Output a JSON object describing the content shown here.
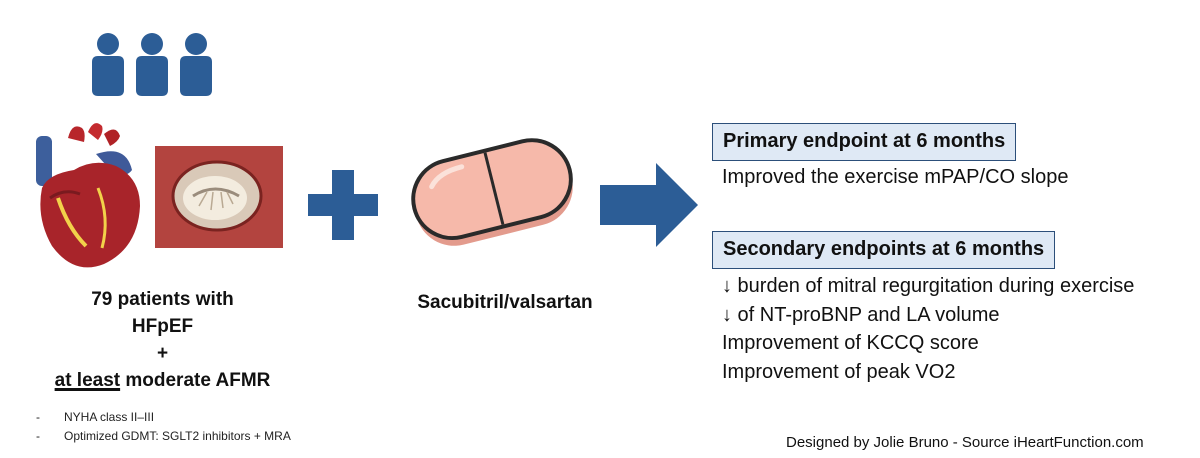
{
  "patients": {
    "line1": "79 patients with",
    "line2": "HFpEF",
    "line3": "+",
    "line4_underlined": "at least",
    "line4_rest": " moderate AFMR"
  },
  "inclusion": [
    {
      "dash": "-",
      "text": "NYHA class II–III"
    },
    {
      "dash": "-",
      "text": "Optimized GDMT: SGLT2 inhibitors + MRA"
    }
  ],
  "intervention": {
    "drug": "Sacubitril/valsartan"
  },
  "primary": {
    "title": "Primary endpoint at 6 months",
    "result": "Improved the exercise mPAP/CO slope"
  },
  "secondary": {
    "title": "Secondary endpoints at 6 months",
    "results": [
      "↓ burden of mitral regurgitation during exercise",
      "↓ of NT-proBNP and LA volume",
      "Improvement of KCCQ score",
      "Improvement of peak VO2"
    ]
  },
  "credit": "Designed by Jolie Bruno - Source iHeartFunction.com",
  "colors": {
    "accent_blue": "#2c5d96",
    "box_fill": "#dfe9f5",
    "box_border": "#2c4f7a",
    "pill_color": "#f4b6a8"
  },
  "icons": [
    "people-group-icon",
    "heart-illustration",
    "mitral-valve-image",
    "plus-icon",
    "pill-icon",
    "right-arrow-icon"
  ]
}
